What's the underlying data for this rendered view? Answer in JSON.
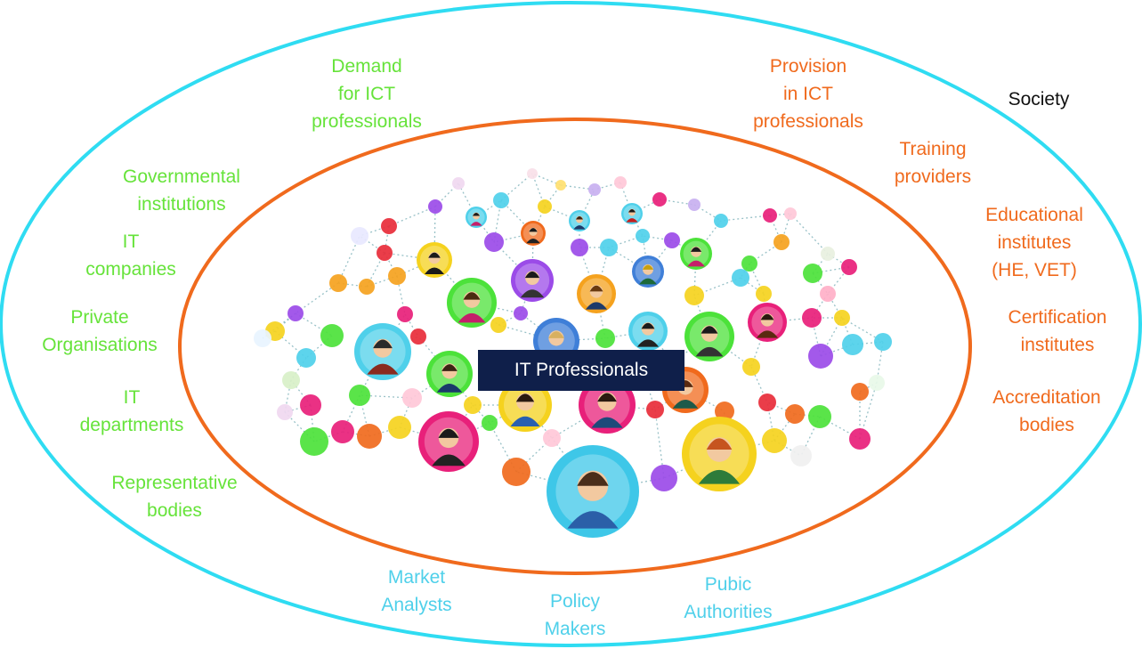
{
  "diagram": {
    "outer_label": "Society",
    "center_label": "IT Professionals",
    "demand_side": {
      "heading": "Demand\nfor ICT\nprofessionals",
      "items": [
        "Governmental\ninstitutions",
        "IT\ncompanies",
        "Private\nOrganisations",
        "IT\ndepartments",
        "Representative\nbodies"
      ]
    },
    "provision_side": {
      "heading": "Provision\nin ICT\nprofessionals",
      "items": [
        "Training\nproviders",
        "Educational\ninstitutes\n(HE, VET)",
        "Certification\ninstitutes",
        "Accreditation\nbodies"
      ]
    },
    "society_items": [
      "Market\nAnalysts",
      "Policy\nMakers",
      "Pubic\nAuthorities"
    ]
  },
  "colors": {
    "outer_ellipse": "#2fdcf2",
    "inner_ellipse": "#f06a1d",
    "demand_text": "#66e33a",
    "provision_text": "#f06a1d",
    "society_text": "#4fd0ea",
    "center_box": "#0f1f4a"
  }
}
